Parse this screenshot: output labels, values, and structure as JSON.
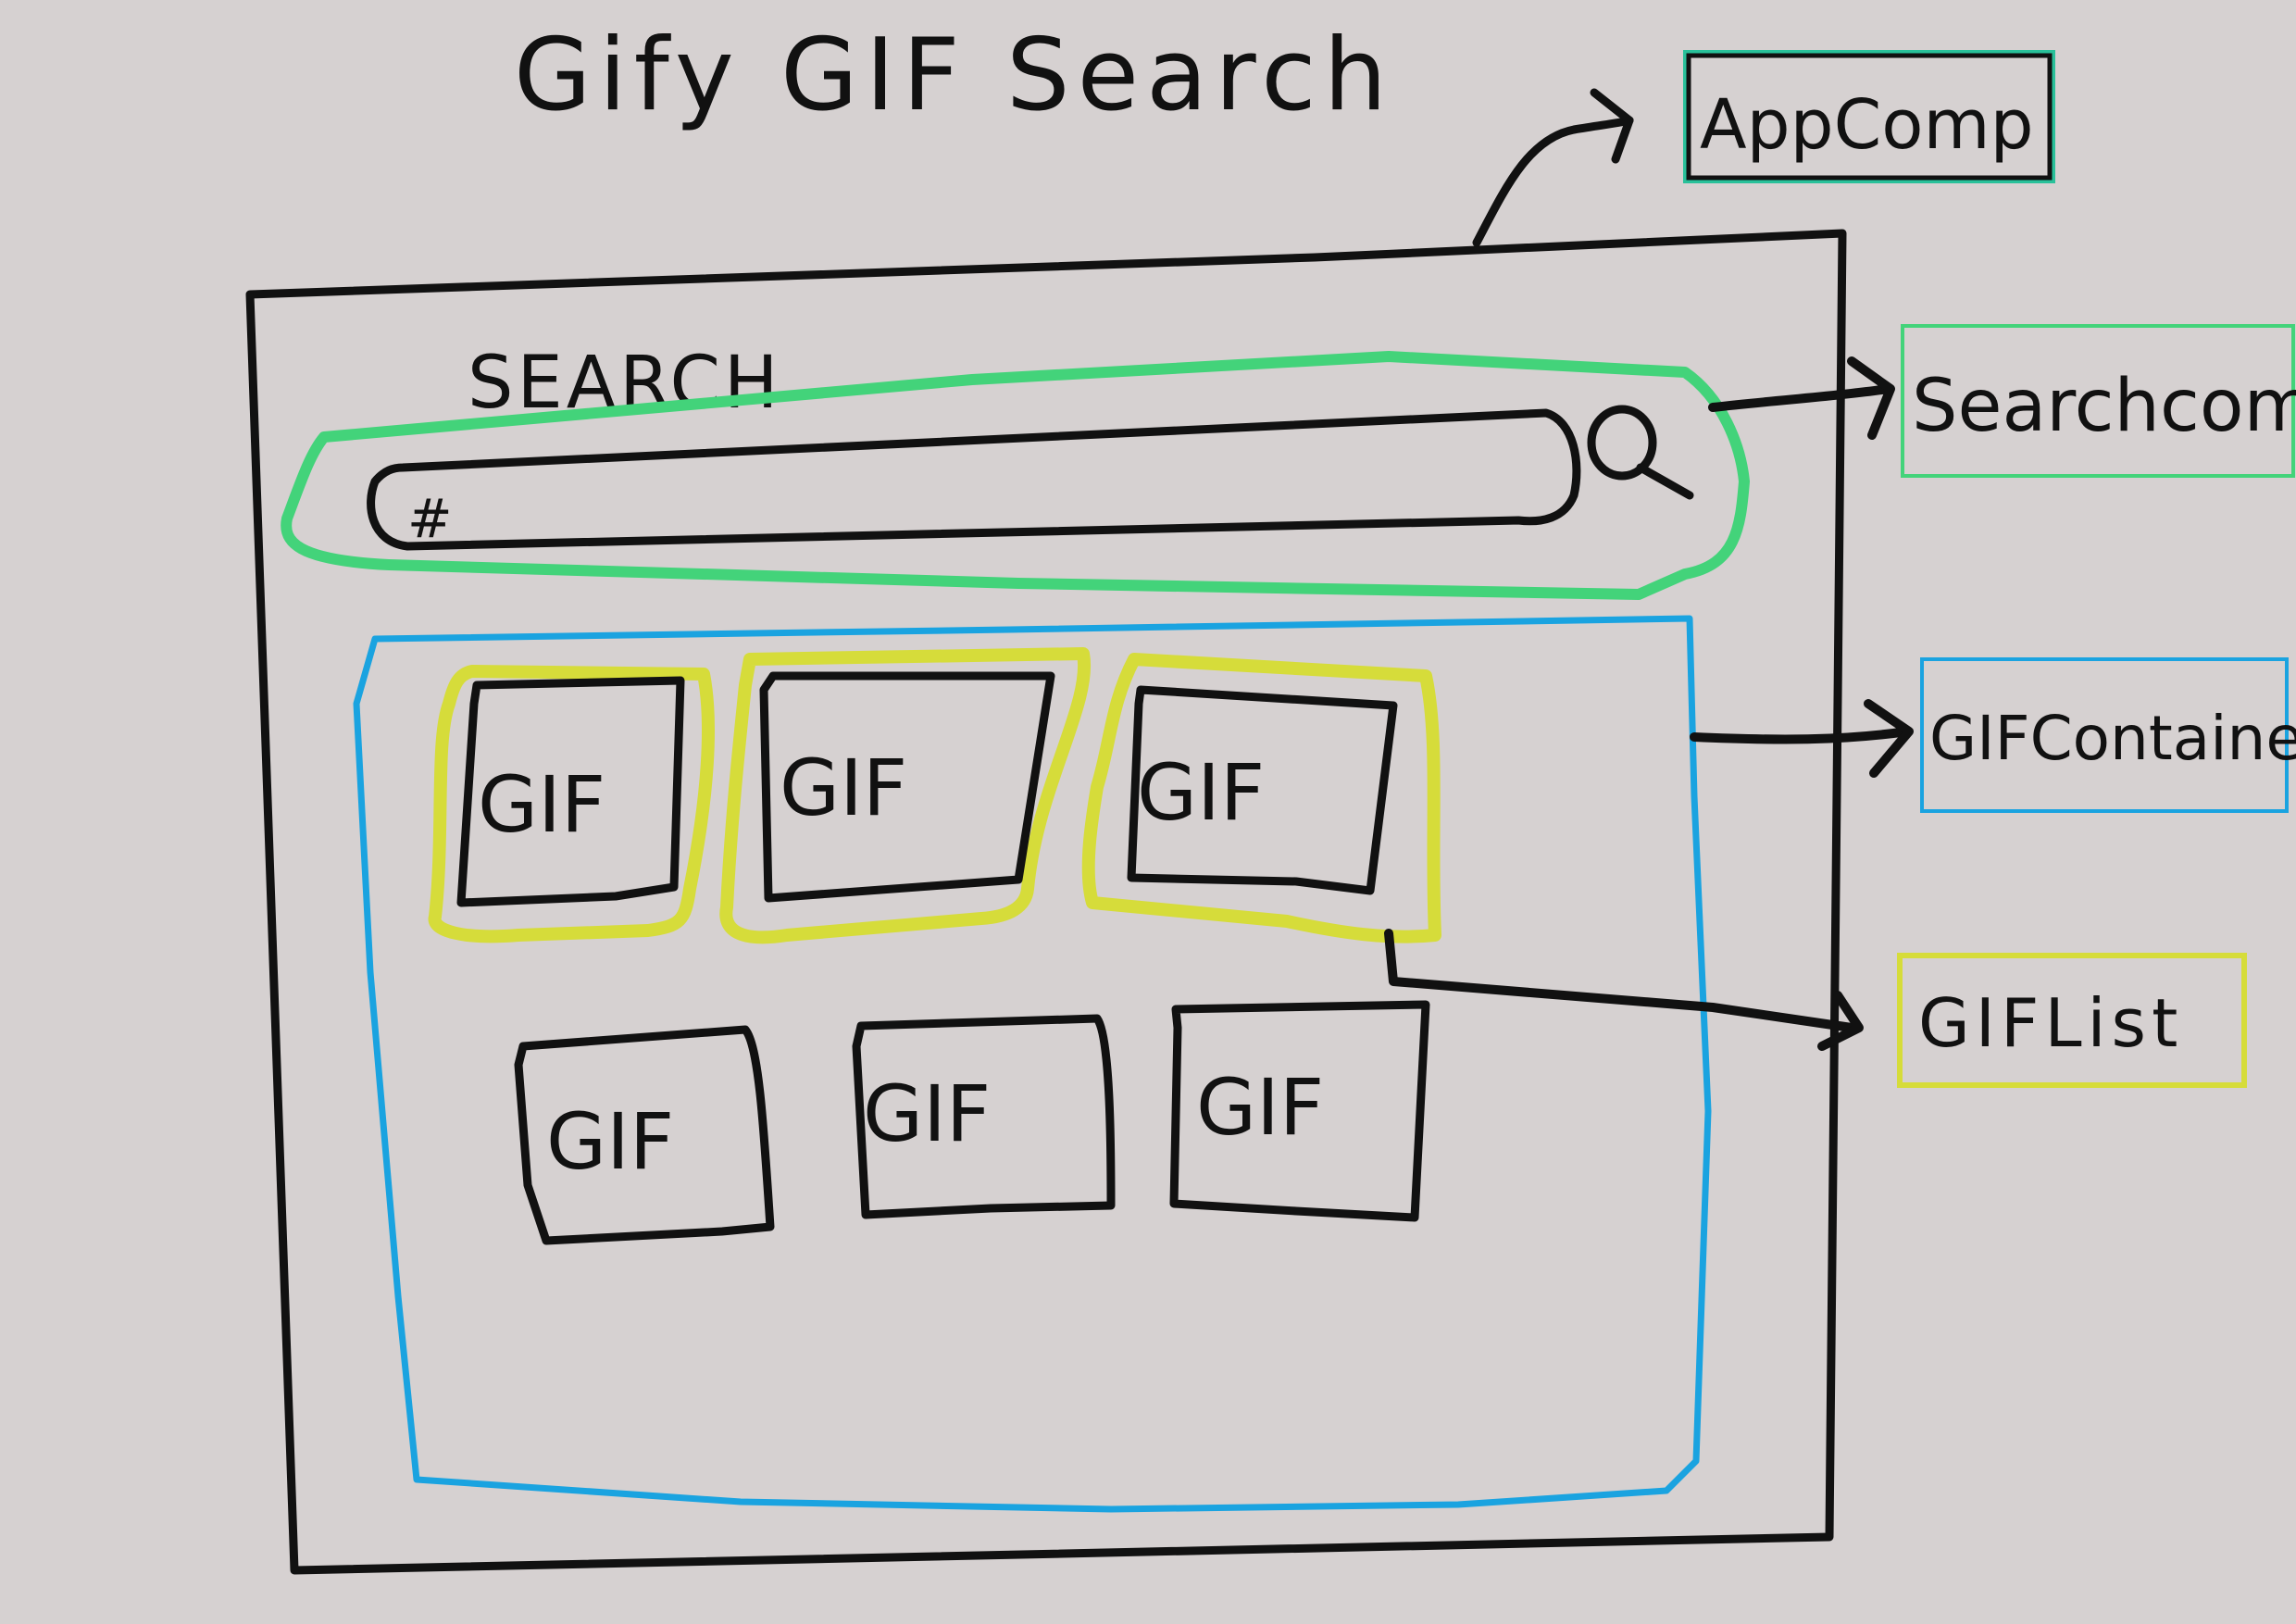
{
  "title": "Gify GIF Search",
  "search": {
    "label": "SEARCH",
    "input_placeholder": "#"
  },
  "gif_label": "GIF",
  "gifs": [
    "GIF",
    "GIF",
    "GIF",
    "GIF",
    "GIF",
    "GIF"
  ],
  "legend": [
    {
      "label": "AppComp",
      "color": "#111111"
    },
    {
      "label": "Searchcomp",
      "color": "#43d37a"
    },
    {
      "label": "GIFContainer",
      "color": "#1aa3e0"
    },
    {
      "label": "GIFList",
      "color": "#d6dc3a"
    }
  ],
  "colors": {
    "background": "#d6d1d1",
    "ink": "#111111",
    "search_outline": "#43d37a",
    "container_outline": "#1aa3e0",
    "list_outline": "#d6dc3a",
    "app_legend_border": "#29c19a"
  }
}
